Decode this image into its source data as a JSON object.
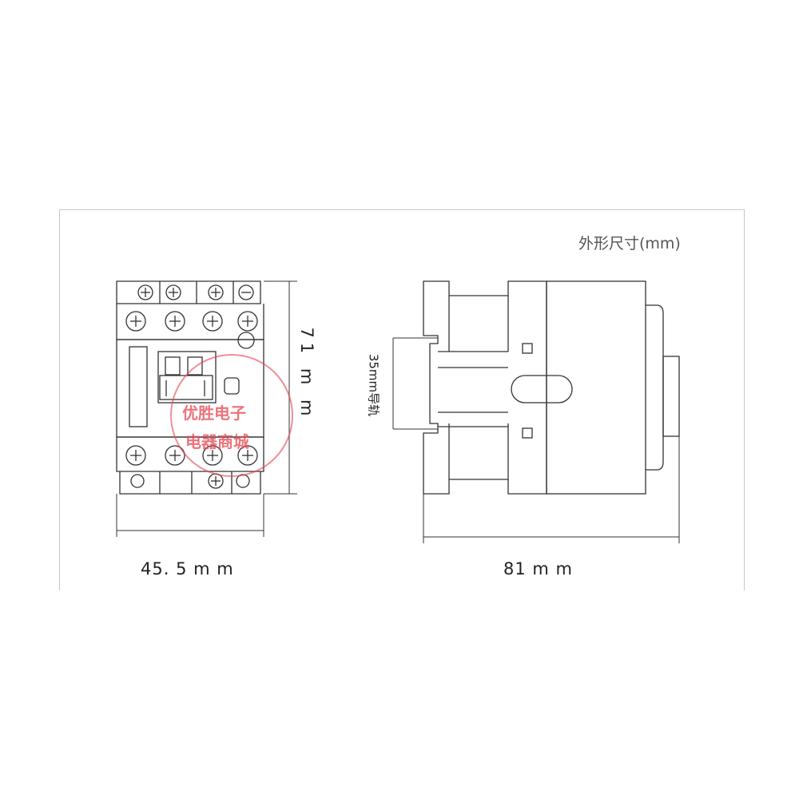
{
  "title": "外形尺寸(mm)",
  "dimensions": {
    "front_width": "45. 5 m m",
    "height": "71 m m",
    "side_depth": "81 m m",
    "rail": "35mm导轨"
  },
  "watermark": {
    "line1": "优胜电子",
    "line2": "电器商城"
  },
  "colors": {
    "line": "#333333",
    "watermark": "#e44650"
  }
}
